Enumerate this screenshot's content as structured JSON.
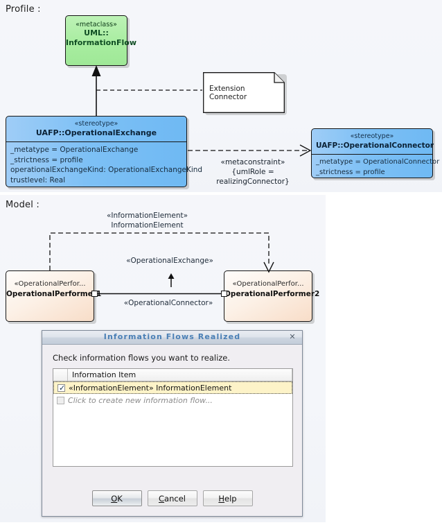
{
  "profile": {
    "section_label": "Profile :",
    "metaclass": {
      "stereotype": "«metaclass»",
      "name_line1": "UML::",
      "name_line2": "InformationFlow",
      "fill": "#a8eda0"
    },
    "operational_exchange": {
      "stereotype": "«stereotype»",
      "name": "UAFP::OperationalExchange",
      "attributes": [
        "_metatype = OperationalExchange",
        "_strictness = profile",
        "operationalExchangeKind: OperationalExchangeKind",
        "trustlevel: Real"
      ],
      "fill": "#7dc0f5"
    },
    "operational_connector": {
      "stereotype": "«stereotype»",
      "name": "UAFP::OperationalConnector",
      "attributes": [
        "_metatype = OperationalConnector",
        "_strictness = profile"
      ],
      "fill": "#7dc0f5"
    },
    "note": {
      "text": "Extension Connector"
    },
    "metaconstraint_label": {
      "line1": "«metaconstraint»",
      "line2": "{umlRole =",
      "line3": "realizingConnector}"
    }
  },
  "model": {
    "section_label": "Model :",
    "information_element_label": {
      "line1": "«InformationElement»",
      "line2": "InformationElement"
    },
    "operational_exchange_label": "«OperationalExchange»",
    "operational_connector_label": "«OperationalConnector»",
    "performer1": {
      "stereotype": "«OperationalPerfor...",
      "name": "OperationalPerformer1",
      "fill": "#f8ddc8"
    },
    "performer2": {
      "stereotype": "«OperationalPerfor...",
      "name": "OperationalPerformer2",
      "fill": "#f8ddc8"
    }
  },
  "dialog": {
    "title": "Information Flows Realized",
    "close_glyph": "✕",
    "instruction": "Check information flows you want to realize.",
    "table": {
      "columns": [
        "",
        "Information Item"
      ],
      "rows": [
        {
          "checked": true,
          "label": "«InformationElement» InformationElement",
          "selected": true,
          "placeholder": false
        },
        {
          "checked": false,
          "label": "Click to create new information flow...",
          "selected": false,
          "placeholder": true
        }
      ]
    },
    "buttons": [
      {
        "mnemonic": "O",
        "rest": "K",
        "default": true
      },
      {
        "mnemonic": "C",
        "rest": "ancel",
        "default": false
      },
      {
        "mnemonic": "H",
        "rest": "elp",
        "default": false
      }
    ],
    "title_color": "#4a7fb5",
    "selected_row_color": "#fdf3c8"
  }
}
